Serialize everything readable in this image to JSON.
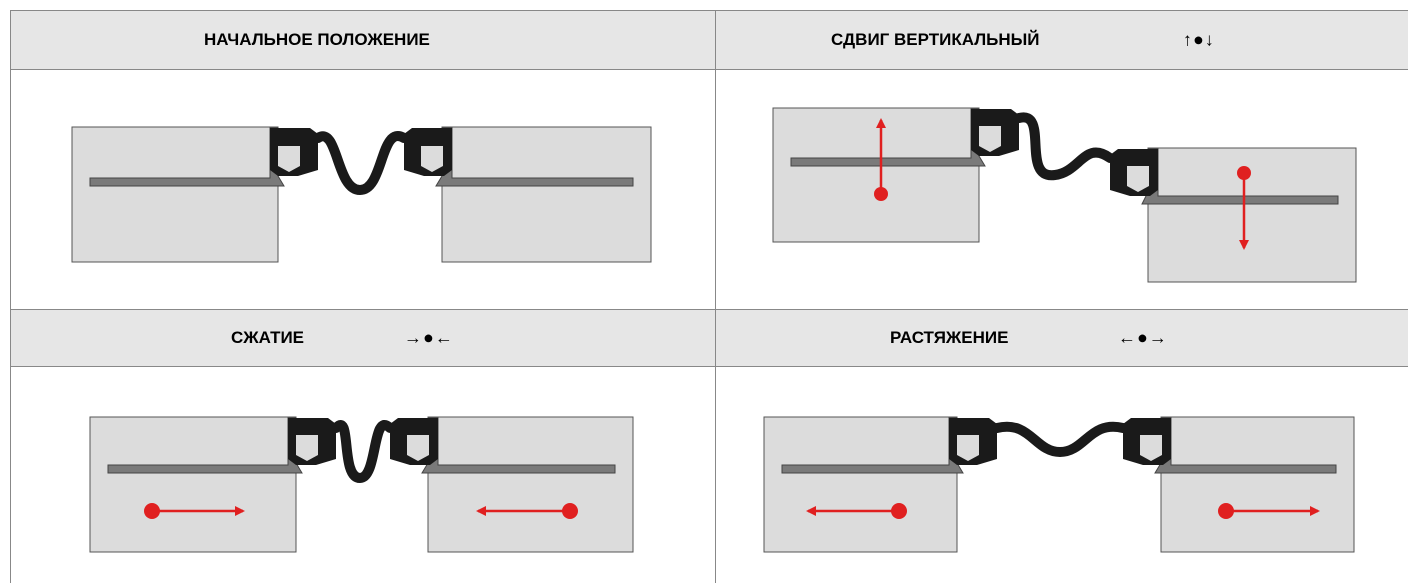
{
  "panels": [
    {
      "title": "НАЧАЛЬНОЕ ПОЛОЖЕНИЕ",
      "symbols": ""
    },
    {
      "title": "СДВИГ  ВЕРТИКАЛЬНЫЙ",
      "symbols": "↑●↓"
    },
    {
      "title": "СЖАТИЕ",
      "symbols": "→●←"
    },
    {
      "title": "РАСТЯЖЕНИЕ",
      "symbols": "←●→"
    }
  ],
  "colors": {
    "header_bg": "#e6e6e6",
    "slab_fill": "#dcdcdc",
    "slab_stroke": "#555555",
    "plate_fill": "#7a7a7a",
    "seal_fill": "#1a1a1a",
    "arrow": "#e02020"
  }
}
